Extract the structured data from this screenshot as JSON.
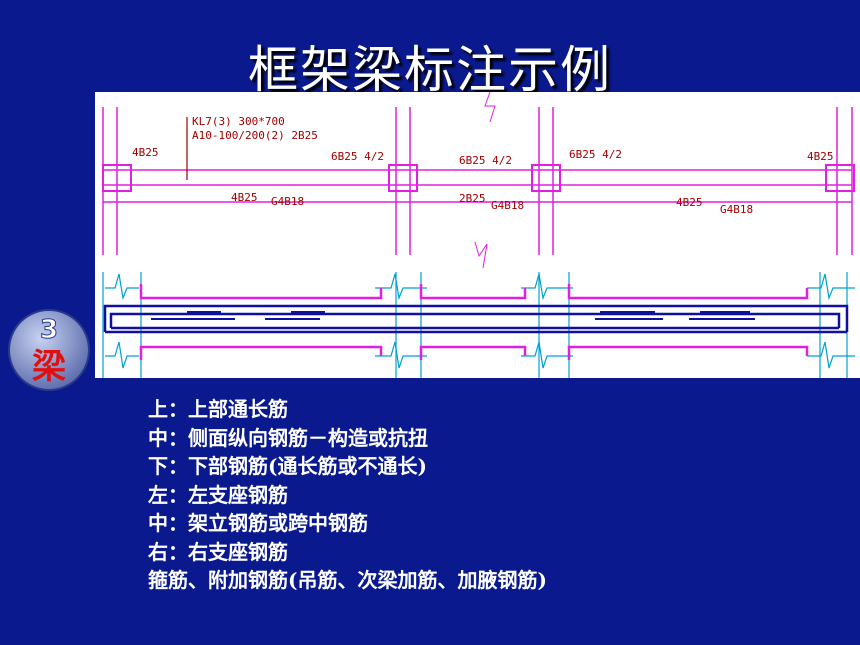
{
  "slide": {
    "title": "框架梁标注示例",
    "badge": {
      "number": "3",
      "label": "梁"
    }
  },
  "drawing": {
    "beam_note_line1": "KL7(3) 300*700",
    "beam_note_line2": "A10-100/200(2) 2B25",
    "top_labels": [
      "4B25",
      "6B25 4/2",
      "6B25 4/2",
      "6B25 4/2",
      "4B25"
    ],
    "bottom_labels": [
      "4B25",
      "G4B18",
      "2B25",
      "G4B18",
      "4B25",
      "G4B18"
    ],
    "colors": {
      "frame": "#e020e0",
      "rebar": "#1010a0",
      "text": "#a00000",
      "cyan": "#00a0d0"
    }
  },
  "notes": [
    "上：上部通长筋",
    "中：侧面纵向钢筋－构造或抗扭",
    "下：下部钢筋(通长筋或不通长)",
    "左：左支座钢筋",
    "中：架立钢筋或跨中钢筋",
    "右：右支座钢筋",
    "箍筋、附加钢筋(吊筋、次梁加筋、加腋钢筋)"
  ]
}
